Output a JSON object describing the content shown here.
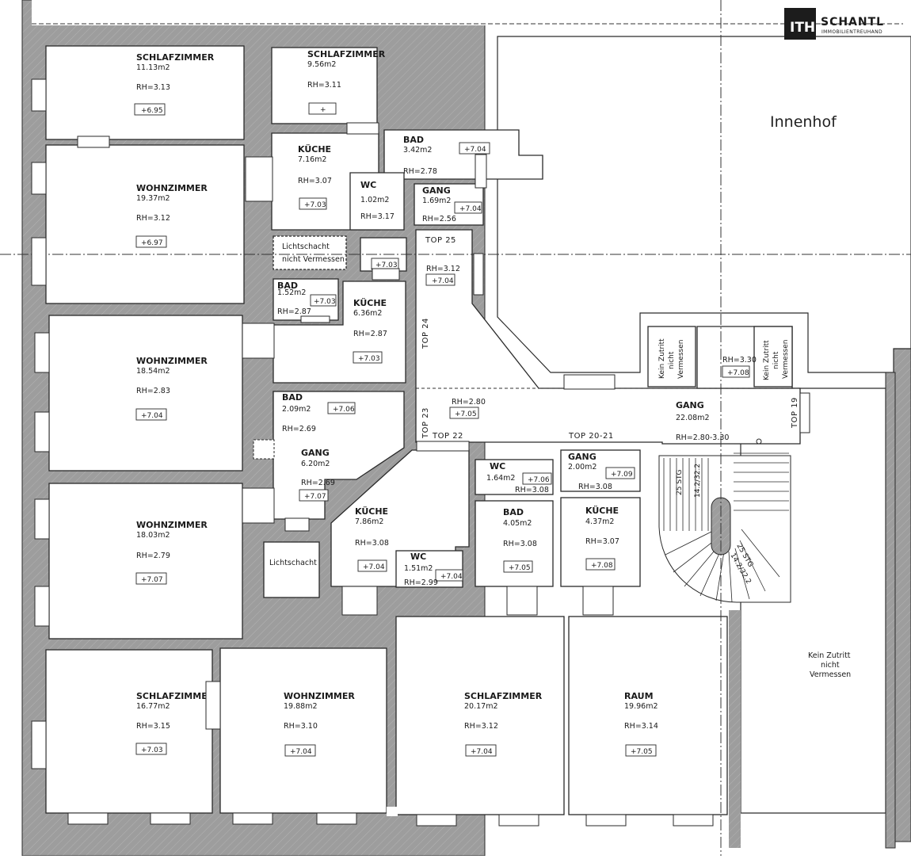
{
  "logo": {
    "glyph": "ITH",
    "name": "SCHANTL",
    "tagline": "IMMOBILIENTREUHAND"
  },
  "courtyard_label": "Innenhof",
  "colors": {
    "wall": "#9b9b9b",
    "line": "#2a2a2a",
    "background": "#ffffff"
  },
  "rooms": [
    {
      "id": "r1",
      "name": "SCHLAFZIMMER",
      "area": "11.13m2",
      "rh": "RH=3.13",
      "level": "+6.95"
    },
    {
      "id": "r2",
      "name": "SCHLAFZIMMER",
      "area": "9.56m2",
      "rh": "RH=3.11",
      "level": "+"
    },
    {
      "id": "r3",
      "name": "BAD",
      "area": "3.42m2",
      "rh": "RH=2.78",
      "level": "+7.04"
    },
    {
      "id": "r4",
      "name": "KÜCHE",
      "area": "7.16m2",
      "rh": "RH=3.07",
      "level": "+7.03"
    },
    {
      "id": "r5",
      "name": "WC",
      "area": "1.02m2",
      "rh": "RH=3.17",
      "level": ""
    },
    {
      "id": "r6",
      "name": "GANG",
      "area": "1.69m2",
      "rh": "RH=2.56",
      "level": "+7.04"
    },
    {
      "id": "r7",
      "name": "WOHNZIMMER",
      "area": "19.37m2",
      "rh": "RH=3.12",
      "level": "+6.97"
    },
    {
      "id": "r8",
      "name": "BAD",
      "area": "1.52m2",
      "rh": "RH=2.87",
      "level": "+7.03"
    },
    {
      "id": "r9",
      "name": "KÜCHE",
      "area": "6.36m2",
      "rh": "RH=2.87",
      "level": "+7.03"
    },
    {
      "id": "r10",
      "name": "WOHNZIMMER",
      "area": "18.54m2",
      "rh": "RH=2.83",
      "level": "+7.04"
    },
    {
      "id": "r11",
      "name": "BAD",
      "area": "2.09m2",
      "rh": "RH=2.69",
      "level": "+7.06"
    },
    {
      "id": "r12",
      "name": "GANG",
      "area": "6.20m2",
      "rh": "RH=2.69",
      "level": "+7.07"
    },
    {
      "id": "r13",
      "name": "WOHNZIMMER",
      "area": "18.03m2",
      "rh": "RH=2.79",
      "level": "+7.07"
    },
    {
      "id": "r14",
      "name": "KÜCHE",
      "area": "7.86m2",
      "rh": "RH=3.08",
      "level": "+7.04"
    },
    {
      "id": "r15",
      "name": "WC",
      "area": "1.51m2",
      "rh": "RH=2.99",
      "level": "+7.04"
    },
    {
      "id": "r16",
      "name": "WC",
      "area": "1.64m2",
      "rh": "RH=3.08",
      "level": "+7.06"
    },
    {
      "id": "r17",
      "name": "GANG",
      "area": "2.00m2",
      "rh": "RH=3.08",
      "level": "+7.09"
    },
    {
      "id": "r18",
      "name": "BAD",
      "area": "4.05m2",
      "rh": "RH=3.08",
      "level": "+7.05"
    },
    {
      "id": "r19",
      "name": "KÜCHE",
      "area": "4.37m2",
      "rh": "RH=3.07",
      "level": "+7.08"
    },
    {
      "id": "r20",
      "name": "GANG",
      "area": "22.08m2",
      "rh": "RH=2.80-3.30",
      "level": ""
    },
    {
      "id": "r21",
      "name": "SCHLAFZIMMER",
      "area": "16.77m2",
      "rh": "RH=3.15",
      "level": "+7.03"
    },
    {
      "id": "r22",
      "name": "WOHNZIMMER",
      "area": "19.88m2",
      "rh": "RH=3.10",
      "level": "+7.04"
    },
    {
      "id": "r23",
      "name": "SCHLAFZIMMER",
      "area": "20.17m2",
      "rh": "RH=3.12",
      "level": "+7.04"
    },
    {
      "id": "r24",
      "name": "RAUM",
      "area": "19.96m2",
      "rh": "RH=3.14",
      "level": "+7.05"
    }
  ],
  "corridor_marks": [
    {
      "id": "c1",
      "rh": "RH=3.12",
      "level": "+7.04"
    },
    {
      "id": "c2",
      "rh": "RH=2.80",
      "level": "+7.05"
    },
    {
      "id": "c3",
      "rh": "RH=3.30",
      "level": "+7.08"
    },
    {
      "id": "c4",
      "rh": "",
      "level": "+7.03"
    }
  ],
  "unit_labels": [
    "TOP 25",
    "TOP 24",
    "TOP 23",
    "TOP 22",
    "TOP 20-21",
    "TOP 19"
  ],
  "annotations": {
    "lichtschacht_1": [
      "Lichtschacht",
      "nicht Vermessen"
    ],
    "lichtschacht_2": "Lichtschacht",
    "kein_zutritt_a": [
      "Kein Zutritt",
      "nicht",
      "Vermessen"
    ],
    "kein_zutritt_b": [
      "Kein Zutritt",
      "nicht",
      "Vermessen"
    ],
    "kein_zutritt_large": [
      "Kein Zutritt",
      "nicht",
      "Vermessen"
    ],
    "stairs_1": [
      "25 STG",
      "14.2/32.2"
    ],
    "stairs_2": [
      "25 STG",
      "14.2/32.2"
    ]
  }
}
